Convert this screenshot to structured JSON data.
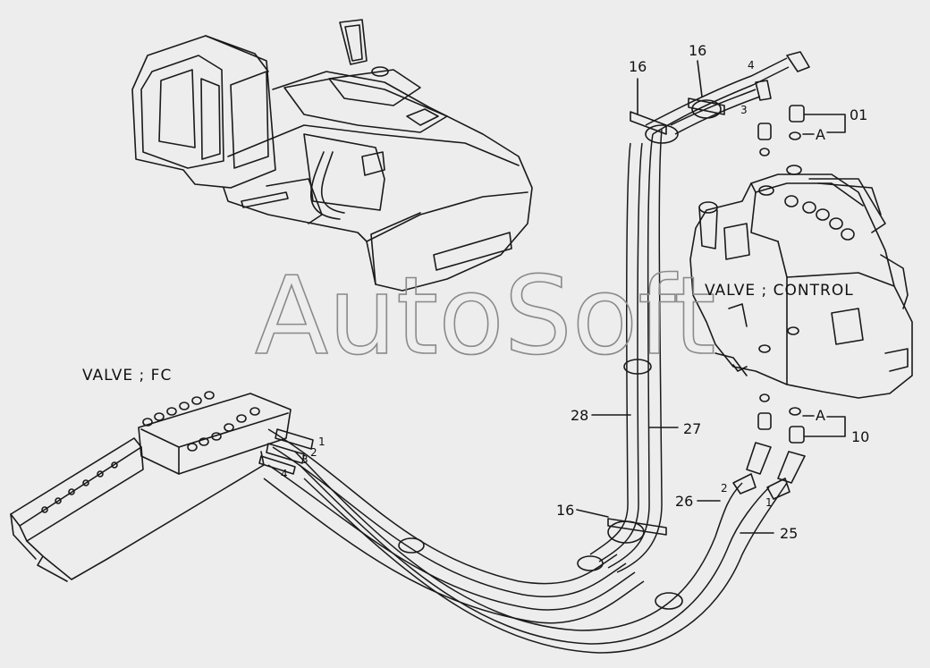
{
  "labels": {
    "control_valve": "VALVE ; CONTROL",
    "fc_valve": "VALVE ; FC",
    "watermark": "AutoSoft",
    "A_upper": "A",
    "A_lower": "A"
  },
  "part_numbers": {
    "p16_top_left": "16",
    "p16_top_right": "16",
    "p16_bottom": "16",
    "p01": "01",
    "p10": "10",
    "p28": "28",
    "p27": "27",
    "p26": "26",
    "p25": "25"
  },
  "hose_tags": {
    "top_4": "4",
    "top_3": "3",
    "fc_1": "1",
    "fc_2": "2",
    "fc_3": "3",
    "fc_4": "4",
    "lower_2": "2",
    "lower_1": "1"
  }
}
